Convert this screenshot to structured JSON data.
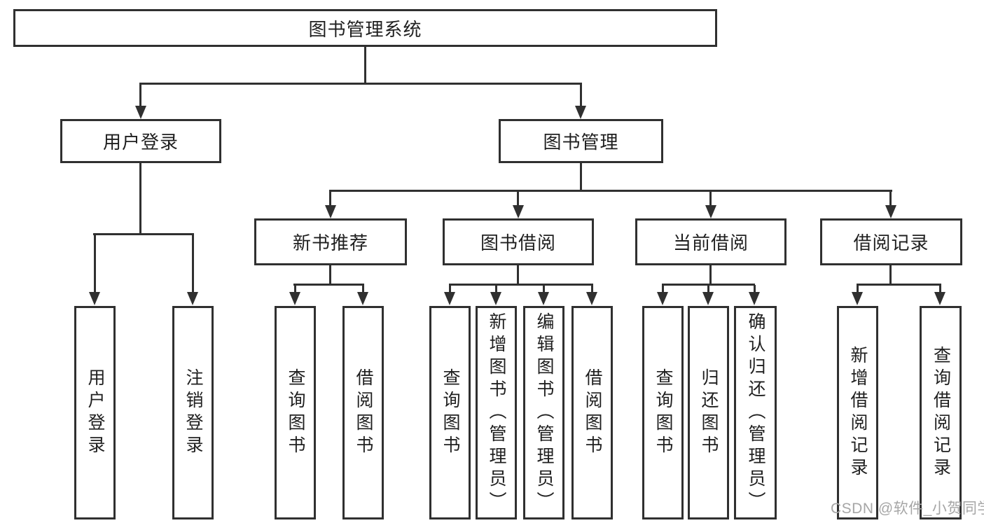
{
  "tree": {
    "root": {
      "label": "图书管理系统"
    },
    "children": [
      {
        "label": "用户登录",
        "children": [
          {
            "label": "用户登录"
          },
          {
            "label": "注销登录"
          }
        ]
      },
      {
        "label": "图书管理",
        "children": [
          {
            "label": "新书推荐",
            "children": [
              {
                "label": "查询图书"
              },
              {
                "label": "借阅图书"
              }
            ]
          },
          {
            "label": "图书借阅",
            "children": [
              {
                "label": "查询图书"
              },
              {
                "label": "新增图书（管理员）"
              },
              {
                "label": "编辑图书（管理员）"
              },
              {
                "label": "借阅图书"
              }
            ]
          },
          {
            "label": "当前借阅",
            "children": [
              {
                "label": "查询图书"
              },
              {
                "label": "归还图书"
              },
              {
                "label": "确认归还（管理员）"
              }
            ]
          },
          {
            "label": "借阅记录",
            "children": [
              {
                "label": "新增借阅记录"
              },
              {
                "label": "查询借阅记录"
              }
            ]
          }
        ]
      }
    ]
  },
  "watermark": {
    "text": "CSDN @软件_小贺同学",
    "color": "#a6a6a6"
  },
  "colors": {
    "line": "#303030",
    "text": "#1f1f1f",
    "background": "#ffffff"
  }
}
